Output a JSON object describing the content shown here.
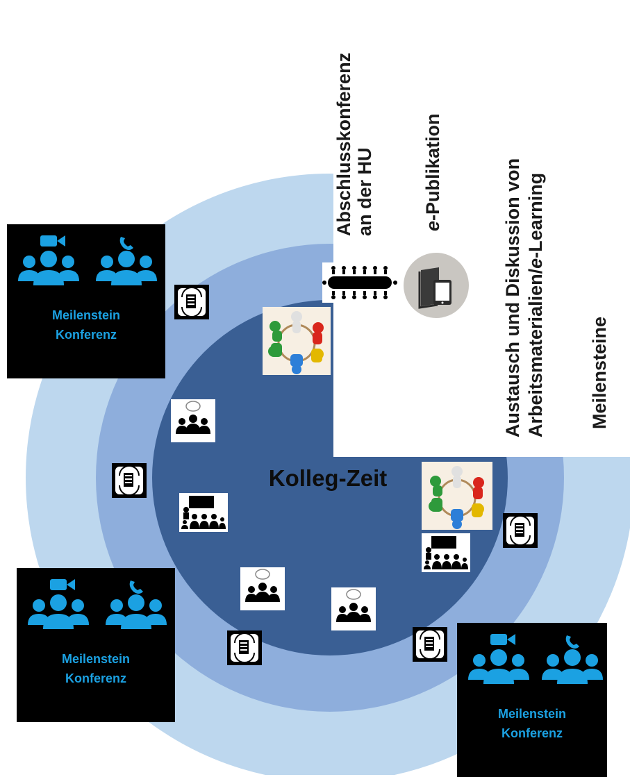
{
  "diagram": {
    "center_title": "Kolleg-Zeit",
    "labels": {
      "abschluss": [
        "Abschlusskonferenz",
        "an der HU"
      ],
      "epub_prefix": "e",
      "epub_rest": "-Publikation",
      "austausch_line1": "Austausch und Diskussion von",
      "austausch_line2_a": "Arbeitsmaterialien/",
      "austausch_line2_e": "e",
      "austausch_line2_b": "-Learning",
      "meilensteine": "Meilensteine"
    },
    "milestone_boxes": [
      {
        "line1": "Meilenstein",
        "line2": "Konferenz"
      },
      {
        "line1": "Meilenstein",
        "line2": "Konferenz"
      },
      {
        "line1": "Meilenstein",
        "line2": "Konferenz"
      }
    ],
    "colors": {
      "ring_outer": "#bdd7ee",
      "ring_middle": "#8eaedc",
      "ring_inner": "#3a5f94",
      "milestone_text": "#1ba1e2",
      "conference_icon": "#1ba1e2"
    },
    "icons": [
      "video-conference-icon",
      "phone-conference-icon",
      "document-exchange-icon",
      "group-discussion-icon",
      "presentation-icon",
      "team-circle-icon",
      "conference-table-icon",
      "ebook-icon"
    ]
  }
}
